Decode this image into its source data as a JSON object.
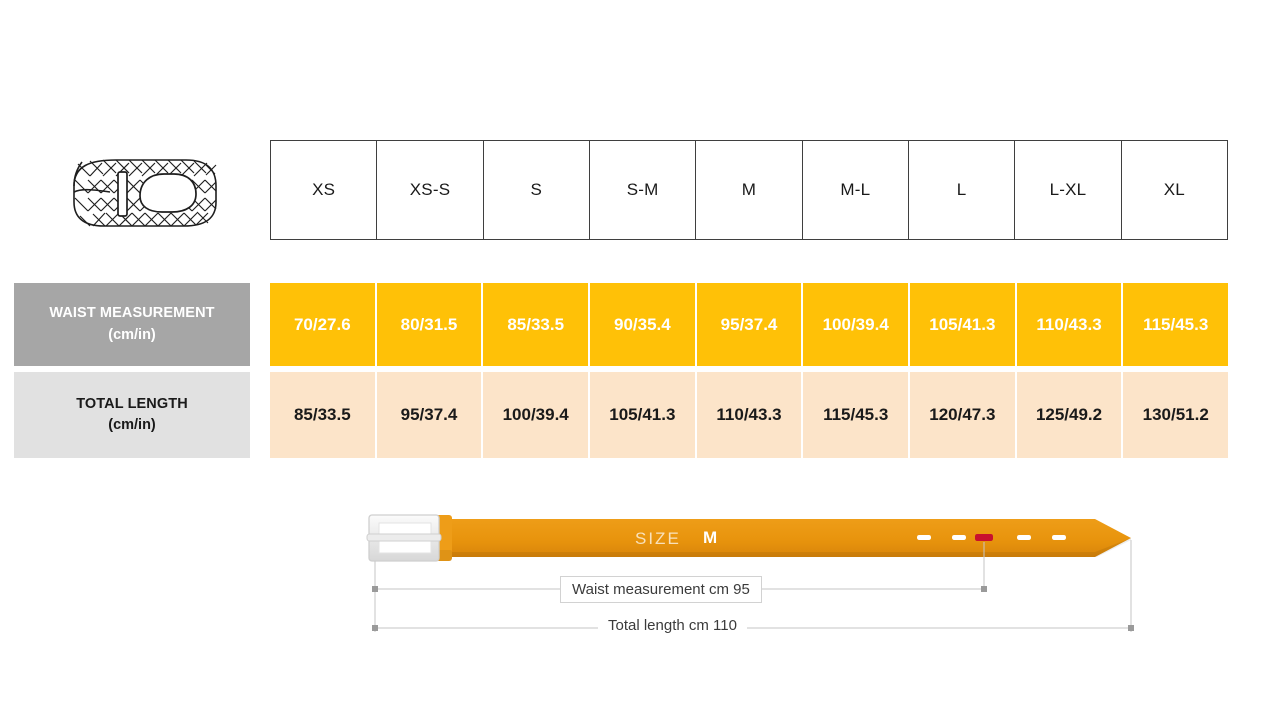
{
  "product_icon": "braided-belt-icon",
  "colors": {
    "accent_orange": "#FFC107",
    "row_peach": "#FCE4C9",
    "label_gray": "#A6A6A6",
    "label_light_gray": "#E1E1E1",
    "belt_orange": "#E8940D",
    "hole_highlight": "#C8102E"
  },
  "table": {
    "sizes": [
      "XS",
      "XS-S",
      "S",
      "S-M",
      "M",
      "M-L",
      "L",
      "L-XL",
      "XL"
    ],
    "rows": [
      {
        "label_line1": "WAIST MEASUREMENT",
        "label_line2": "(cm/in)",
        "values": [
          "70/27.6",
          "80/31.5",
          "85/33.5",
          "90/35.4",
          "95/37.4",
          "100/39.4",
          "105/41.3",
          "110/43.3",
          "115/45.3"
        ]
      },
      {
        "label_line1": "TOTAL LENGTH",
        "label_line2": "(cm/in)",
        "values": [
          "85/33.5",
          "95/37.4",
          "100/39.4",
          "105/41.3",
          "110/43.3",
          "115/45.3",
          "120/47.3",
          "125/49.2",
          "130/51.2"
        ]
      }
    ]
  },
  "diagram": {
    "size_label": "SIZE",
    "size_value": "M",
    "waist_dimension": "Waist measurement cm 95",
    "total_dimension": "Total length cm 110",
    "hole_count": 5,
    "highlighted_hole_index": 2
  }
}
